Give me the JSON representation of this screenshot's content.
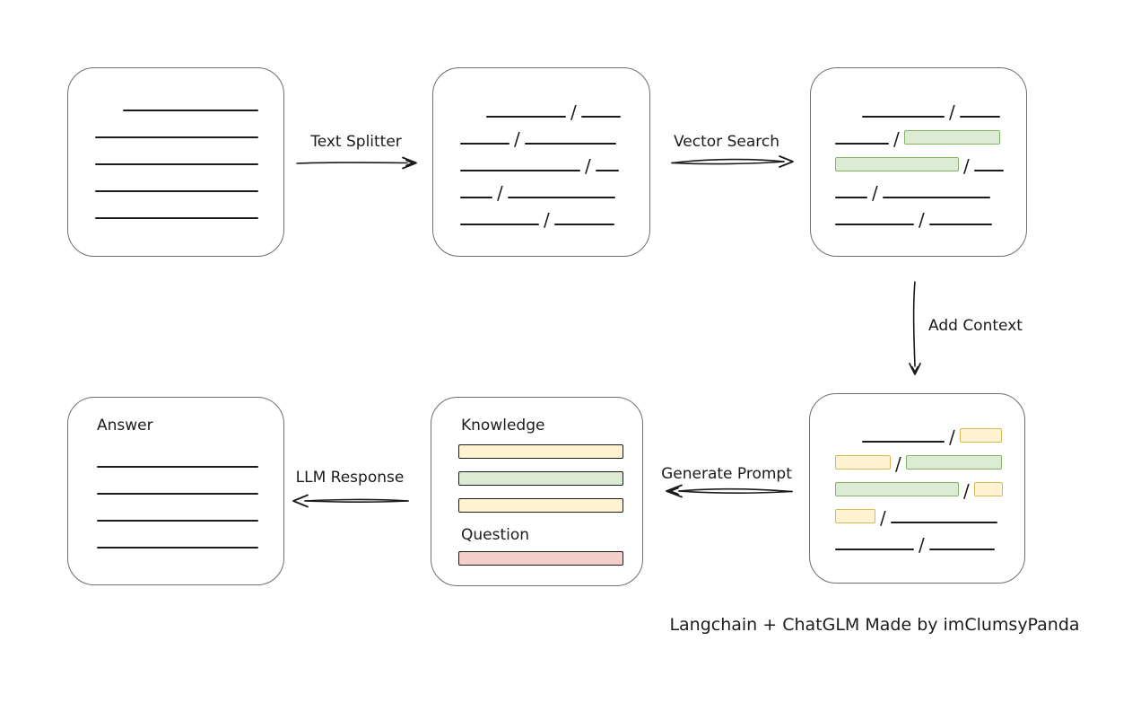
{
  "glyphs": {
    "slash": "/"
  },
  "colors": {
    "ink": "#1b1b1b",
    "box_border": "#6f6f6f",
    "green_fill": "#dcebd3",
    "green_border": "#84b366",
    "yellow_fill": "#fdf3d0",
    "yellow_border": "#d8b95c",
    "red_fill": "#f6cfcd",
    "red_border": "#bb5956"
  },
  "labels": {
    "text_splitter": "Text Splitter",
    "vector_search": "Vector Search",
    "add_context": "Add Context",
    "generate_prompt": "Generate Prompt",
    "llm_response": "LLM Response",
    "knowledge": "Knowledge",
    "question": "Question",
    "answer": "Answer",
    "footer": "Langchain + ChatGLM Made by imClumsyPanda"
  },
  "boxes": {
    "source_document": {
      "rows": [
        [
          {
            "t": "gap",
            "w": 31
          },
          {
            "t": "line",
            "w": 151
          }
        ],
        [
          {
            "t": "line",
            "w": 182
          }
        ],
        [
          {
            "t": "line",
            "w": 182
          }
        ],
        [
          {
            "t": "line",
            "w": 182
          }
        ],
        [
          {
            "t": "line",
            "w": 182
          }
        ]
      ]
    },
    "split_chunks": {
      "rows": [
        [
          {
            "t": "gap",
            "w": 29
          },
          {
            "t": "line",
            "w": 89
          },
          {
            "t": "slash"
          },
          {
            "t": "line",
            "w": 44
          }
        ],
        [
          {
            "t": "line",
            "w": 55
          },
          {
            "t": "slash"
          },
          {
            "t": "line",
            "w": 102
          }
        ],
        [
          {
            "t": "line",
            "w": 134
          },
          {
            "t": "slash"
          },
          {
            "t": "line",
            "w": 26
          }
        ],
        [
          {
            "t": "line",
            "w": 36
          },
          {
            "t": "slash"
          },
          {
            "t": "line",
            "w": 120
          }
        ],
        [
          {
            "t": "line",
            "w": 88
          },
          {
            "t": "slash"
          },
          {
            "t": "line",
            "w": 67
          }
        ]
      ]
    },
    "search_results": {
      "rows": [
        [
          {
            "t": "gap",
            "w": 30
          },
          {
            "t": "line",
            "w": 92
          },
          {
            "t": "slash"
          },
          {
            "t": "line",
            "w": 45
          }
        ],
        [
          {
            "t": "line",
            "w": 60
          },
          {
            "t": "slash"
          },
          {
            "t": "chip",
            "c": "green",
            "w": 107
          }
        ],
        [
          {
            "t": "chip",
            "c": "green",
            "w": 138
          },
          {
            "t": "slash"
          },
          {
            "t": "line",
            "w": 33
          }
        ],
        [
          {
            "t": "line",
            "w": 36
          },
          {
            "t": "slash"
          },
          {
            "t": "line",
            "w": 120
          }
        ],
        [
          {
            "t": "line",
            "w": 88
          },
          {
            "t": "slash"
          },
          {
            "t": "line",
            "w": 70
          }
        ]
      ]
    },
    "context_chunks": {
      "rows": [
        [
          {
            "t": "gap",
            "w": 30
          },
          {
            "t": "line",
            "w": 92
          },
          {
            "t": "slash"
          },
          {
            "t": "chip",
            "c": "yellow",
            "w": 47
          }
        ],
        [
          {
            "t": "chip",
            "c": "yellow",
            "w": 62
          },
          {
            "t": "slash"
          },
          {
            "t": "chip",
            "c": "green",
            "w": 107
          }
        ],
        [
          {
            "t": "chip",
            "c": "green",
            "w": 138
          },
          {
            "t": "slash"
          },
          {
            "t": "chip",
            "c": "yellow",
            "w": 32
          }
        ],
        [
          {
            "t": "chip",
            "c": "yellow",
            "w": 45
          },
          {
            "t": "slash"
          },
          {
            "t": "line",
            "w": 119
          }
        ],
        [
          {
            "t": "line",
            "w": 88
          },
          {
            "t": "slash"
          },
          {
            "t": "line",
            "w": 73
          }
        ]
      ]
    },
    "prompt": {
      "knowledge_chips": [
        "yellow",
        "green",
        "yellow"
      ],
      "question_chips": [
        "red"
      ]
    },
    "answer": {
      "rows": [
        [
          {
            "t": "line",
            "w": 180
          }
        ],
        [
          {
            "t": "line",
            "w": 180
          }
        ],
        [
          {
            "t": "line",
            "w": 180
          }
        ],
        [
          {
            "t": "line",
            "w": 180
          }
        ]
      ]
    }
  }
}
